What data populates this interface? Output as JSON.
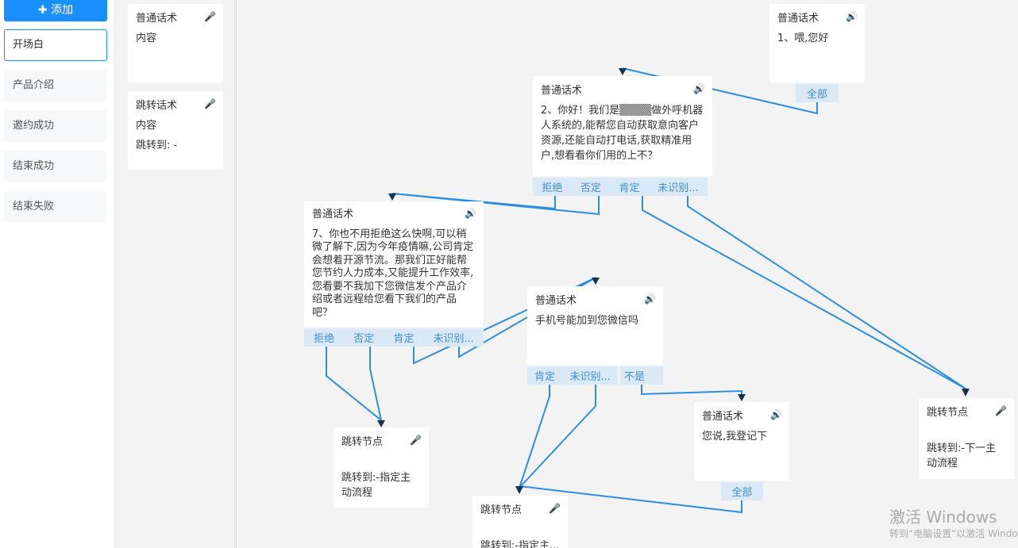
{
  "sidebar": {
    "add_label": "添加",
    "categories": [
      "开场白",
      "产品介绍",
      "邀约成功",
      "结束成功",
      "结束失败"
    ]
  },
  "palette": [
    {
      "title": "普通话术",
      "content": "内容",
      "icon": "mic-icon"
    },
    {
      "title": "跳转话术",
      "content": "内容",
      "jump": "跳转到: -",
      "icon": "mic-icon"
    }
  ],
  "nodes": {
    "n1": {
      "title": "普通话术",
      "content": "1、喂,您好",
      "buttons": [
        "全部"
      ]
    },
    "n2": {
      "title": "普通话术",
      "content": "2、你好！我们是▒▒▒▒做外呼机器人系统的,能帮您自动获取意向客户资源,还能自动打电话,获取精准用户,想看看你们用的上不？",
      "buttons": [
        "拒绝",
        "否定",
        "肯定",
        "未识别..."
      ]
    },
    "n7": {
      "title": "普通话术",
      "content": "7、你也不用拒绝这么快啊,可以稍微了解下,因为今年疫情嘛,公司肯定会想着开源节流。那我们正好能帮您节约人力成本,又能提升工作效率,您看要不我加下您微信发个产品介绍或者远程给您看下我们的产品吧？",
      "buttons": [
        "拒绝",
        "否定",
        "肯定",
        "未识别..."
      ]
    },
    "phone": {
      "title": "普通话术",
      "content": "手机号能加到您微信吗",
      "buttons": [
        "肯定",
        "未识别...",
        "不是"
      ]
    },
    "say": {
      "title": "普通话术",
      "content": "您说,我登记下",
      "buttons": [
        "全部"
      ]
    },
    "j1": {
      "title": "跳转节点",
      "content": "跳转到:-指定主动流程"
    },
    "j2": {
      "title": "跳转节点",
      "content": "跳转到:-指定主..."
    },
    "j3": {
      "title": "跳转节点",
      "content": "跳转到:-下一主动流程"
    }
  },
  "watermark": {
    "line1": "激活 Windows",
    "line2": "转到“电脑设置”以激活 Windows"
  },
  "colors": {
    "accent": "#1890ff",
    "line": "#2b8ee0"
  }
}
